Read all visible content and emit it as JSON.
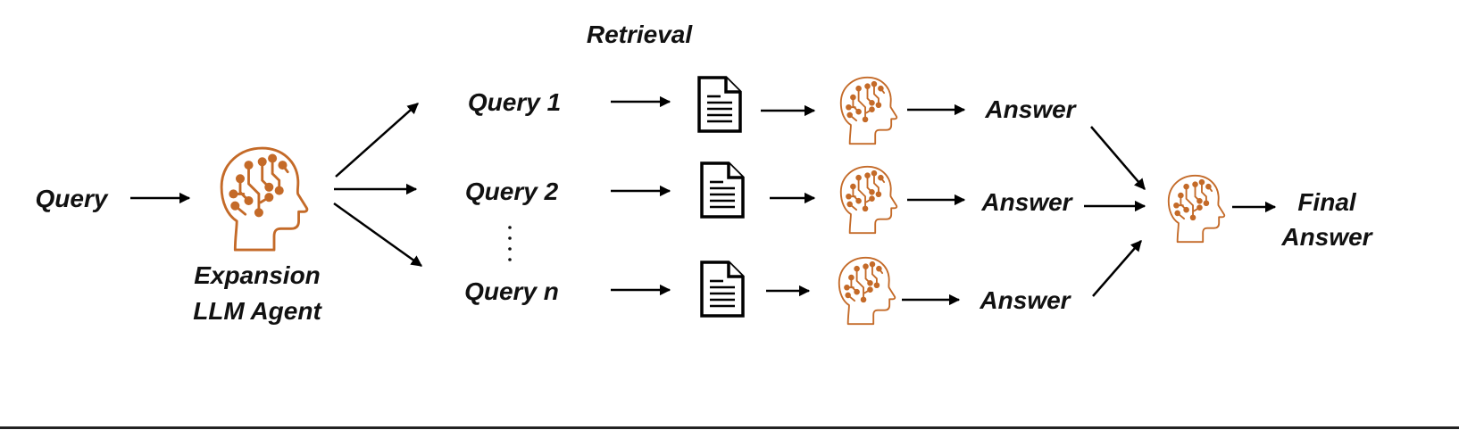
{
  "colors": {
    "agent": "#C46A28",
    "text": "#111111",
    "line": "#000000"
  },
  "labels": {
    "retrieval": "Retrieval",
    "query": "Query",
    "expansion_line1": "Expansion",
    "expansion_line2": "LLM Agent",
    "query_1": "Query 1",
    "query_2": "Query 2",
    "query_n": "Query n",
    "answer": "Answer",
    "final_line1": "Final",
    "final_line2": "Answer"
  },
  "icons": {
    "agent": "brain-circuit-head-icon",
    "document": "document-icon"
  }
}
